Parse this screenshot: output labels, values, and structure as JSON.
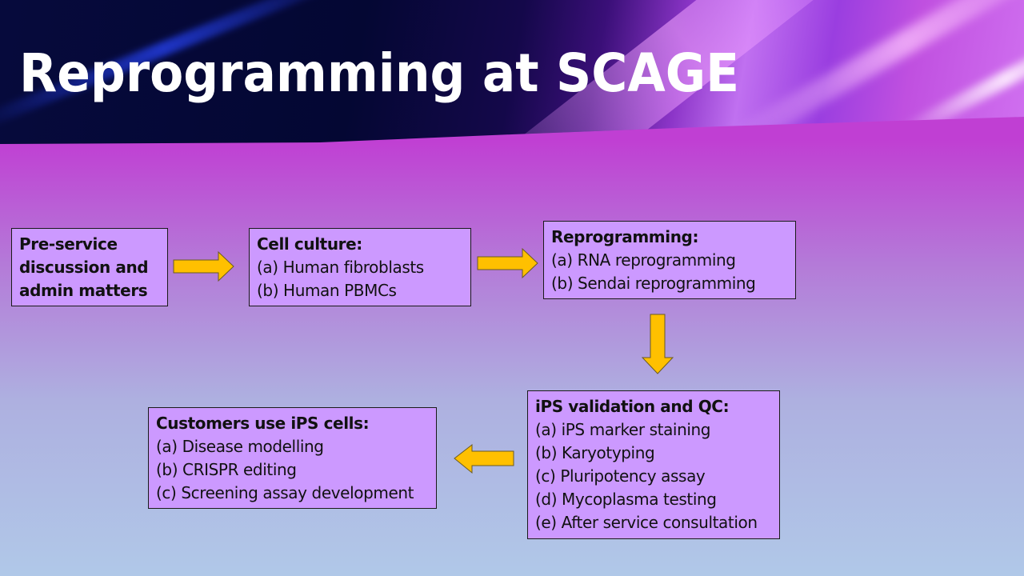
{
  "slide": {
    "title": "Reprogramming at SCAGE"
  },
  "boxes": {
    "preservice": {
      "lines": [
        "Pre-service",
        "discussion and",
        "admin matters"
      ]
    },
    "culture": {
      "heading": "Cell culture:",
      "items": [
        "(a)  Human fibroblasts",
        "(b)  Human PBMCs"
      ]
    },
    "reprogramming": {
      "heading": "Reprogramming:",
      "items": [
        "(a)  RNA reprogramming",
        "(b)  Sendai reprogramming"
      ]
    },
    "validation": {
      "heading": "iPS validation and QC:",
      "items": [
        "(a)  iPS marker staining",
        "(b)  Karyotyping",
        "(c)  Pluripotency assay",
        "(d)  Mycoplasma testing",
        "(e)  After service consultation"
      ]
    },
    "customers": {
      "heading": "Customers use iPS cells:",
      "items": [
        "(a) Disease modelling",
        "(b) CRISPR editing",
        "(c) Screening assay development"
      ]
    }
  },
  "colors": {
    "box_fill": "#cc99ff",
    "arrow_fill": "#ffc000",
    "title_text": "#ffffff"
  }
}
